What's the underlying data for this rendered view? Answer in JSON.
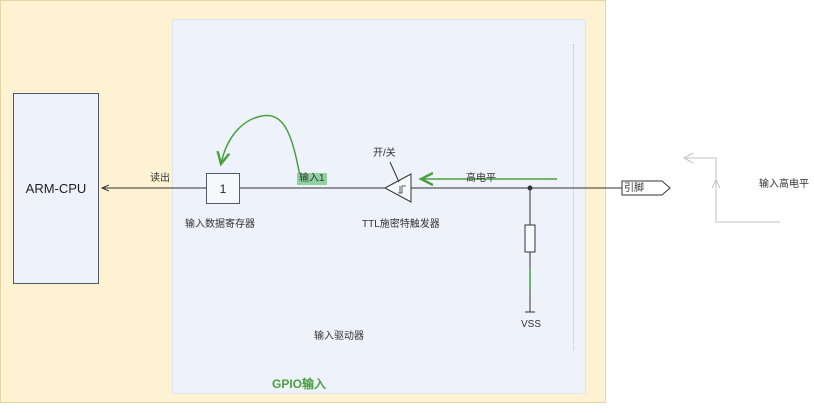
{
  "cpu": {
    "label": "ARM-CPU"
  },
  "read_label": "读出",
  "register": {
    "value": "1",
    "caption": "输入数据寄存器"
  },
  "input_tag": "输入1",
  "switch_label": "开/关",
  "trigger_caption": "TTL施密特触发器",
  "high_level_label": "高电平",
  "pin_label": "引脚",
  "vss_label": "VSS",
  "driver_caption": "输入驱动器",
  "panel_title": "GPIO输入",
  "outside_label": "输入高电平",
  "colors": {
    "panel_bg": "#fdf3d3",
    "gpio_bg": "#eef2fa",
    "signal_green": "#4aa040",
    "wire": "#333333"
  }
}
